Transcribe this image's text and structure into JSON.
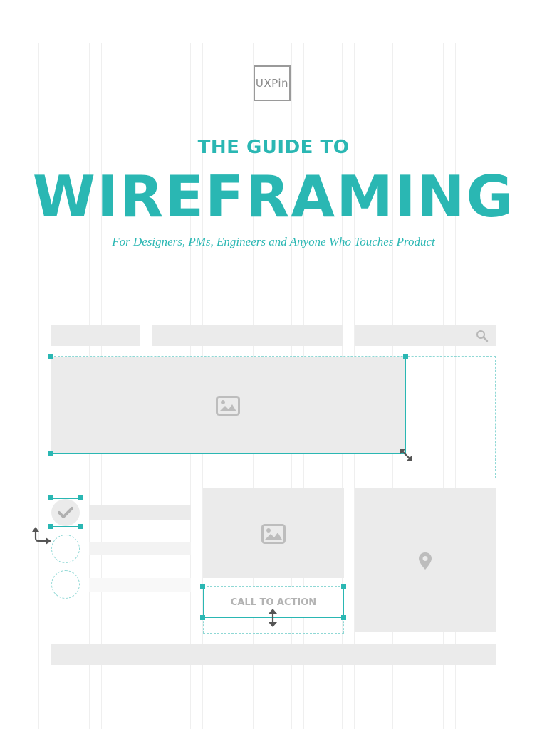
{
  "cover": {
    "logo_text": "UXPin",
    "kicker": "THE GUIDE TO",
    "title": "WIREFRAMING",
    "subtitle": "For Designers, PMs, Engineers and Anyone Who Touches Product"
  },
  "wireframe": {
    "cta_label": "CALL TO ACTION"
  },
  "colors": {
    "accent": "#2ab7b3",
    "placeholder": "#ebebeb",
    "grid": "#efefef"
  },
  "icons": [
    "search-icon",
    "image-icon",
    "resize-diagonal-icon",
    "checkmark-icon",
    "rotate-arrow-icon",
    "map-pin-icon",
    "resize-vertical-icon"
  ]
}
